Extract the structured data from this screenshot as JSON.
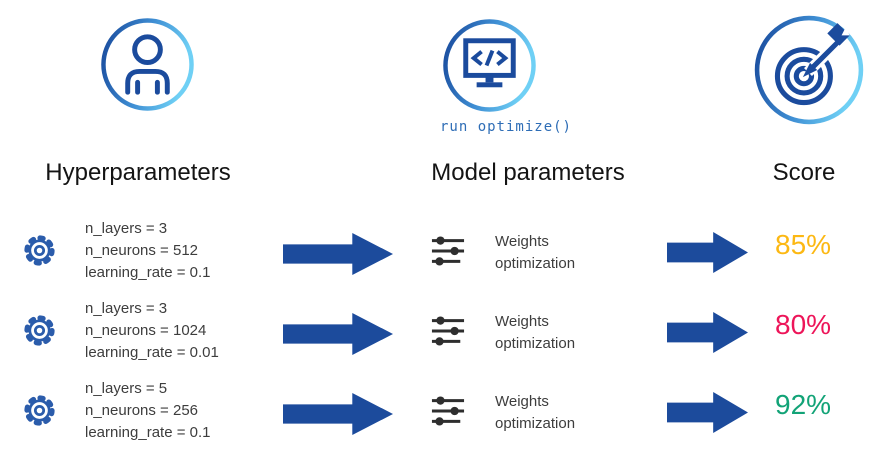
{
  "header": {
    "columns": [
      {
        "id": "hyperparameters",
        "title": "Hyperparameters",
        "icon": "person-icon"
      },
      {
        "id": "model_parameters",
        "title": "Model parameters",
        "icon": "monitor-code-icon",
        "caption": "run optimize()"
      },
      {
        "id": "score",
        "title": "Score",
        "icon": "target-dart-icon"
      }
    ]
  },
  "rows": [
    {
      "hyperparameters": [
        "n_layers = 3",
        "n_neurons = 512",
        "learning_rate = 0.1"
      ],
      "model_step": "Weights optimization",
      "score": "85%",
      "score_color": "#fcb813"
    },
    {
      "hyperparameters": [
        "n_layers = 3",
        "n_neurons = 1024",
        "learning_rate = 0.01"
      ],
      "model_step": "Weights optimization",
      "score": "80%",
      "score_color": "#ed1559"
    },
    {
      "hyperparameters": [
        "n_layers = 5",
        "n_neurons = 256",
        "learning_rate = 0.1"
      ],
      "model_step": "Weights optimization",
      "score": "92%",
      "score_color": "#12a377"
    }
  ],
  "colors": {
    "navy": "#1c4b9c",
    "light_blue": "#63c6f0",
    "gear_blue": "#2b5cab",
    "code_blue": "#2e6db6",
    "text_gray": "#3d3d3d",
    "slider_dark": "#2e2e2e"
  }
}
